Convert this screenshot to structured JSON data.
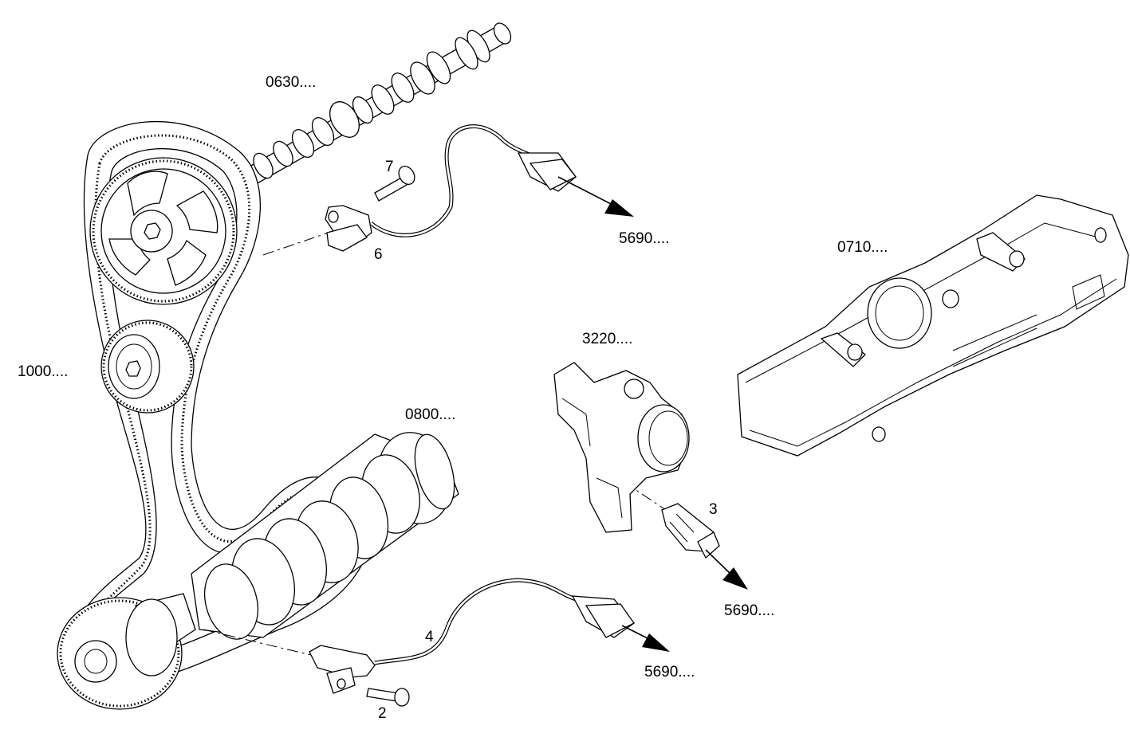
{
  "diagram": {
    "labels": {
      "camshaft": "0630....",
      "timing_belt": "1000....",
      "crankshaft": "0800....",
      "thermostat_housing": "3220....",
      "manifold": "0710....",
      "wiring_top": "5690....",
      "wiring_mid": "5690....",
      "wiring_bottom": "5690....",
      "screw_top": "7",
      "cam_sensor": "6",
      "temp_sensor": "3",
      "crank_sensor": "4",
      "screw_bottom": "2"
    }
  }
}
